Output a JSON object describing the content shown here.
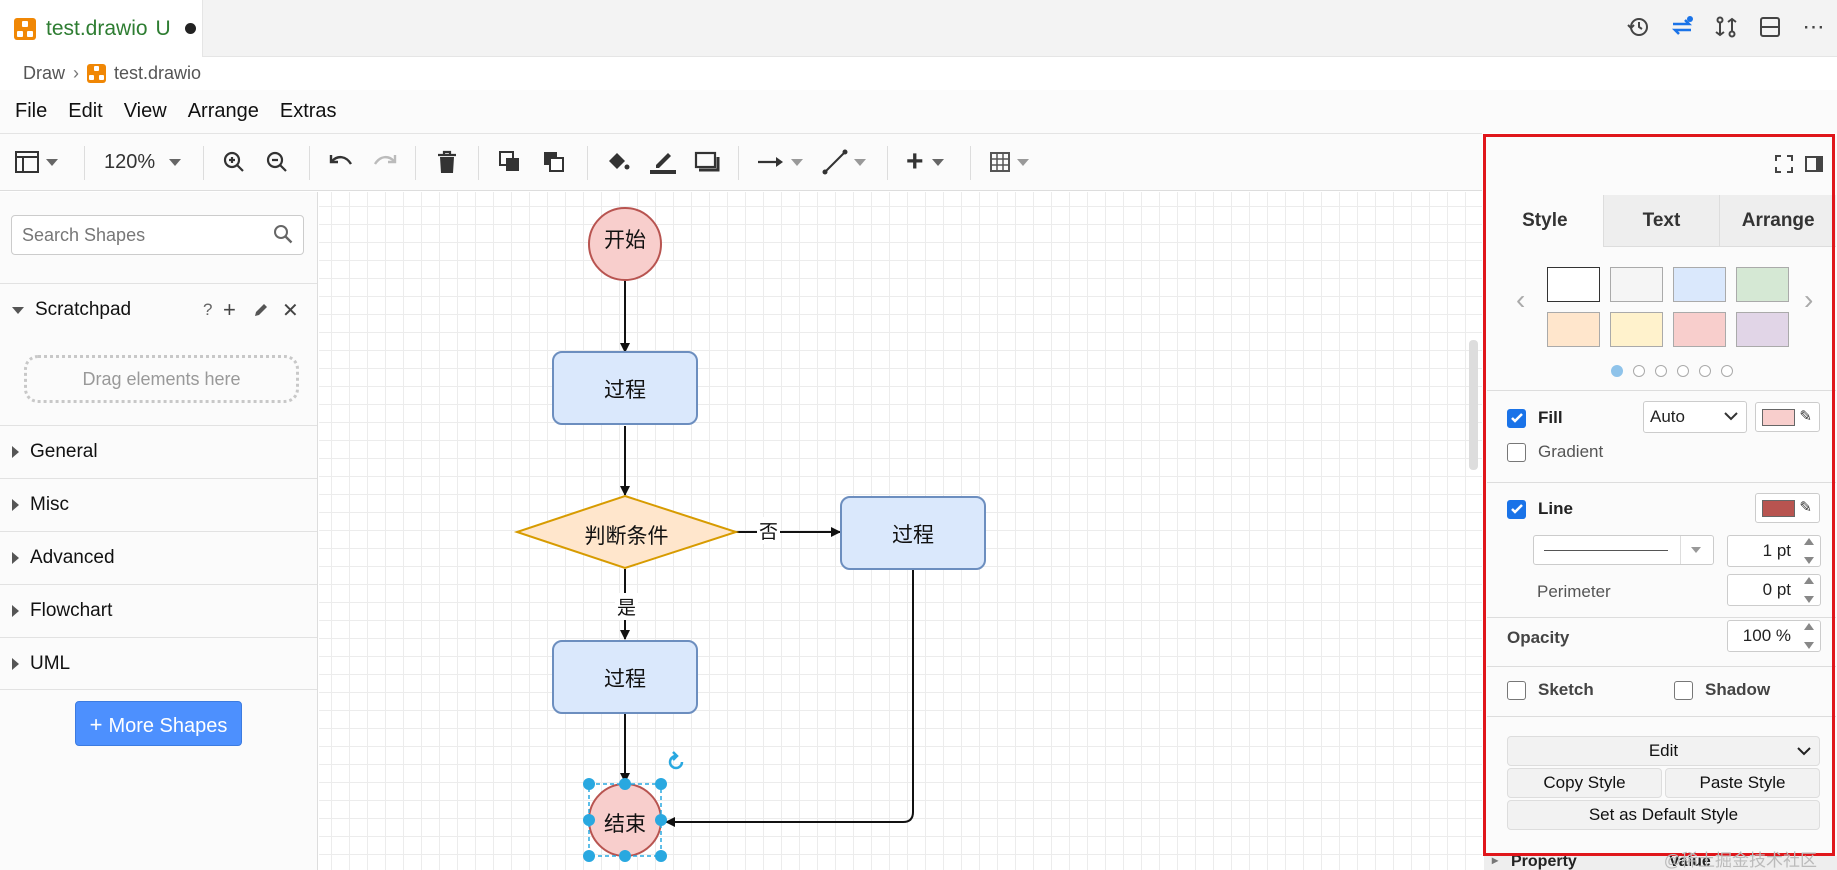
{
  "tab": {
    "filename": "test.drawio",
    "status": "U"
  },
  "breadcrumb": {
    "root": "Draw",
    "file": "test.drawio"
  },
  "menu": [
    "File",
    "Edit",
    "View",
    "Arrange",
    "Extras"
  ],
  "toolbar": {
    "zoom": "120%"
  },
  "sidebar": {
    "search_placeholder": "Search Shapes",
    "scratchpad": "Scratchpad",
    "scratchpad_help": "?",
    "drag_hint": "Drag elements here",
    "sections": [
      "General",
      "Misc",
      "Advanced",
      "Flowchart",
      "UML"
    ],
    "more_shapes": "More Shapes"
  },
  "diagram": {
    "start": "开始",
    "process1": "过程",
    "decision": "判断条件",
    "process_right": "过程",
    "process2": "过程",
    "end": "结束",
    "label_no": "否",
    "label_yes": "是"
  },
  "panel": {
    "tabs": [
      "Style",
      "Text",
      "Arrange"
    ],
    "swatches": [
      "#ffffff",
      "#f5f5f5",
      "#dae8fc",
      "#d5e8d4",
      "#ffe6cc",
      "#fff2cc",
      "#f8cecc",
      "#e1d5e7"
    ],
    "fill_label": "Fill",
    "fill_mode": "Auto",
    "fill_color": "#f8cecc",
    "gradient_label": "Gradient",
    "line_label": "Line",
    "line_color": "#b85450",
    "line_width": "1 pt",
    "perimeter_label": "Perimeter",
    "perimeter_value": "0 pt",
    "opacity_label": "Opacity",
    "opacity_value": "100 %",
    "sketch_label": "Sketch",
    "shadow_label": "Shadow",
    "edit_label": "Edit",
    "copy_style": "Copy Style",
    "paste_style": "Paste Style",
    "default_style": "Set as Default Style",
    "property_header": "Property",
    "value_header": "Value"
  },
  "watermark": "@稀土掘金技术社区"
}
